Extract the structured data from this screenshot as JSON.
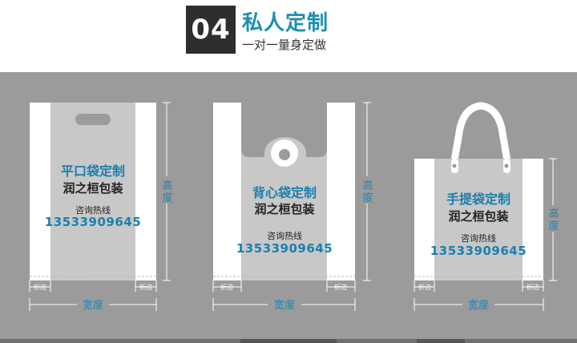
{
  "header": {
    "number": "04",
    "title": "私人定制",
    "subtitle": "一对一量身定做"
  },
  "bags": [
    {
      "name": "平口袋定制",
      "brand": "润之桓包装",
      "hotline_label": "咨询热线",
      "phone": "13533909645"
    },
    {
      "name": "背心袋定制",
      "brand": "润之桓包装",
      "hotline_label": "咨询热线",
      "phone": "13533909645"
    },
    {
      "name": "手提袋定制",
      "brand": "润之桓包装",
      "hotline_label": "咨询热线",
      "phone": "13533909645"
    }
  ],
  "dimensions": {
    "height_label_top": "高",
    "height_label_bottom": "度",
    "width_label": "宽度",
    "fold_label": "折边"
  },
  "colors": {
    "accent": "#1a7fae",
    "panel_bg": "#9b9b9b",
    "bag_white": "#ffffff",
    "bag_gray": "#c8c8c8"
  }
}
